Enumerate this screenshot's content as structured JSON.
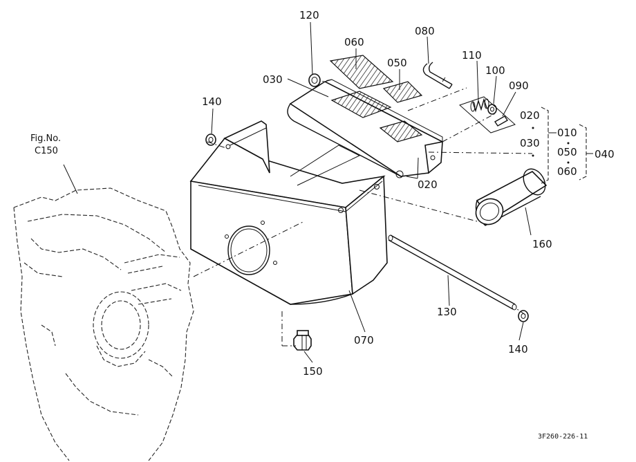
{
  "figure_ref": {
    "prefix": "Fig.No.",
    "number": "C150"
  },
  "drawing_code": "3F260-226-11",
  "parts": {
    "p120": "120",
    "p060": "060",
    "p080": "080",
    "p050": "050",
    "p030": "030",
    "p110": "110",
    "p100": "100",
    "p090": "090",
    "p140a": "140",
    "p020a": "020",
    "p020b": "020",
    "p160": "160",
    "p130": "130",
    "p070": "070",
    "p150": "150",
    "p140b": "140"
  },
  "assembly_group": {
    "left_col": [
      "020",
      "030"
    ],
    "mid_col": [
      "010",
      "050",
      "060"
    ],
    "parent": "040"
  }
}
